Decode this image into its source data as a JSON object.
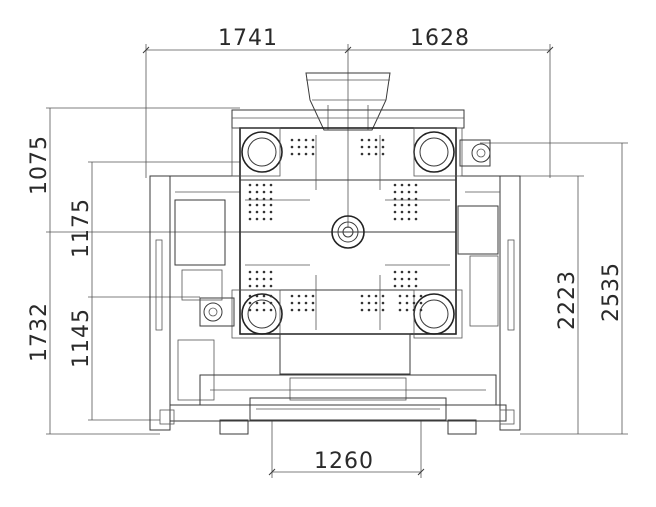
{
  "dimensions": {
    "top_left": "1741",
    "top_right": "1628",
    "bottom": "1260",
    "left_upper": "1075",
    "left_middle": "1175",
    "left_lower": "1145",
    "left_total": "1732",
    "right_inner": "2223",
    "right_outer": "2535"
  }
}
